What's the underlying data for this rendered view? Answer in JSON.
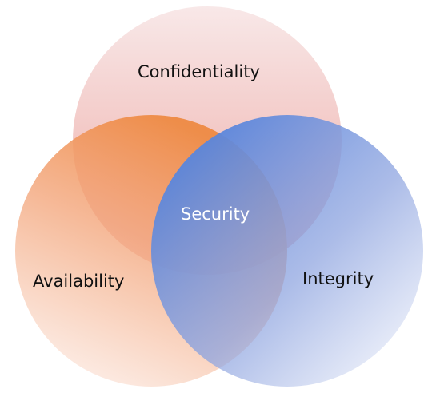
{
  "diagram": {
    "type": "venn",
    "sets": [
      {
        "label": "Confidentiality",
        "color": "#f2b8b8"
      },
      {
        "label": "Availability",
        "color": "#f08a3c"
      },
      {
        "label": "Integrity",
        "color": "#5b83d8"
      }
    ],
    "center_label": "Security"
  },
  "colors": {
    "confidentiality_top": "#f7e3e3",
    "confidentiality_bottom": "#f0b9b5",
    "availability_strong": "#ee8d48",
    "availability_light": "#fbe1d6",
    "integrity_strong": "#5a86dc",
    "integrity_light": "#dfe5f6",
    "center_text": "#ffffff"
  }
}
